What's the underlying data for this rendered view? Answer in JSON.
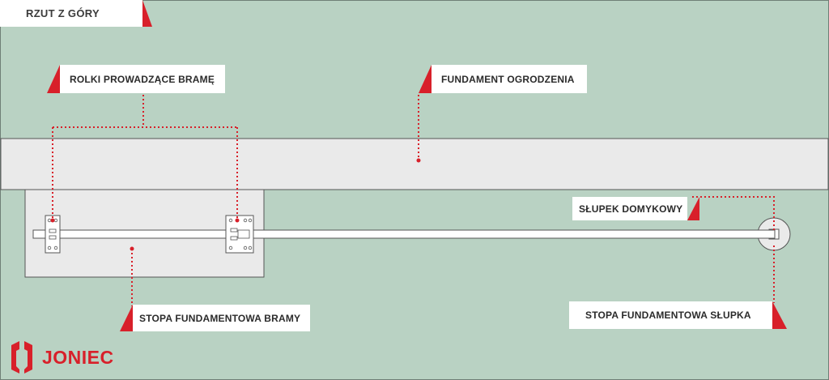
{
  "header": {
    "view_title": "RZUT Z GÓRY"
  },
  "labels": {
    "guide_rollers": "ROLKI PROWADZĄCE BRAMĘ",
    "fence_foundation": "FUNDAMENT OGRODZENIA",
    "home_post": "SŁUPEK DOMYKOWY",
    "gate_footing": "STOPA FUNDAMENTOWA BRAMY",
    "post_footing": "STOPA FUNDAMENTOWA SŁUPKA"
  },
  "brand": {
    "name": "JONIEC"
  },
  "colors": {
    "ground": "#b9d2c3",
    "concrete": "#eaeaea",
    "accent_red": "#d8202a",
    "outline": "#4a4a4a",
    "text": "#2b2b2b"
  },
  "icons": {
    "logo_mark": "joniec-logo-icon"
  }
}
